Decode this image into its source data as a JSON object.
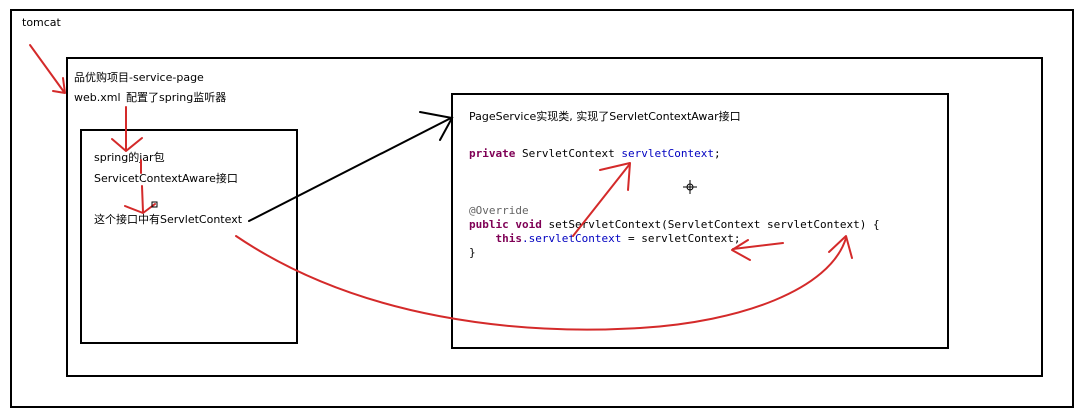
{
  "tomcat": {
    "label": "tomcat"
  },
  "project": {
    "title": "品优购项目-service-page",
    "webxml": "web.xml",
    "webxml_note": "配置了spring监听器"
  },
  "spring_box": {
    "line1": "spring的jar包",
    "line2": "ServicetContextAware接口",
    "line3": "这个接口中有ServletContext"
  },
  "page_service": {
    "title": "PageService实现类, 实现了ServletContextAwar接口",
    "code": {
      "field_kw": "private",
      "field_type": "ServletContext",
      "field_name": "servletContext",
      "field_end": ";",
      "annotation": "@Override",
      "method_kw": "public void",
      "method_sig": "setServletContext(ServletContext servletContext) {",
      "body_kw": "this",
      "body_field": ".servletContext",
      "body_rest": " = servletContext;",
      "close": "}"
    }
  },
  "colors": {
    "arrow_red": "#d42a2a",
    "arrow_black": "#000000"
  }
}
